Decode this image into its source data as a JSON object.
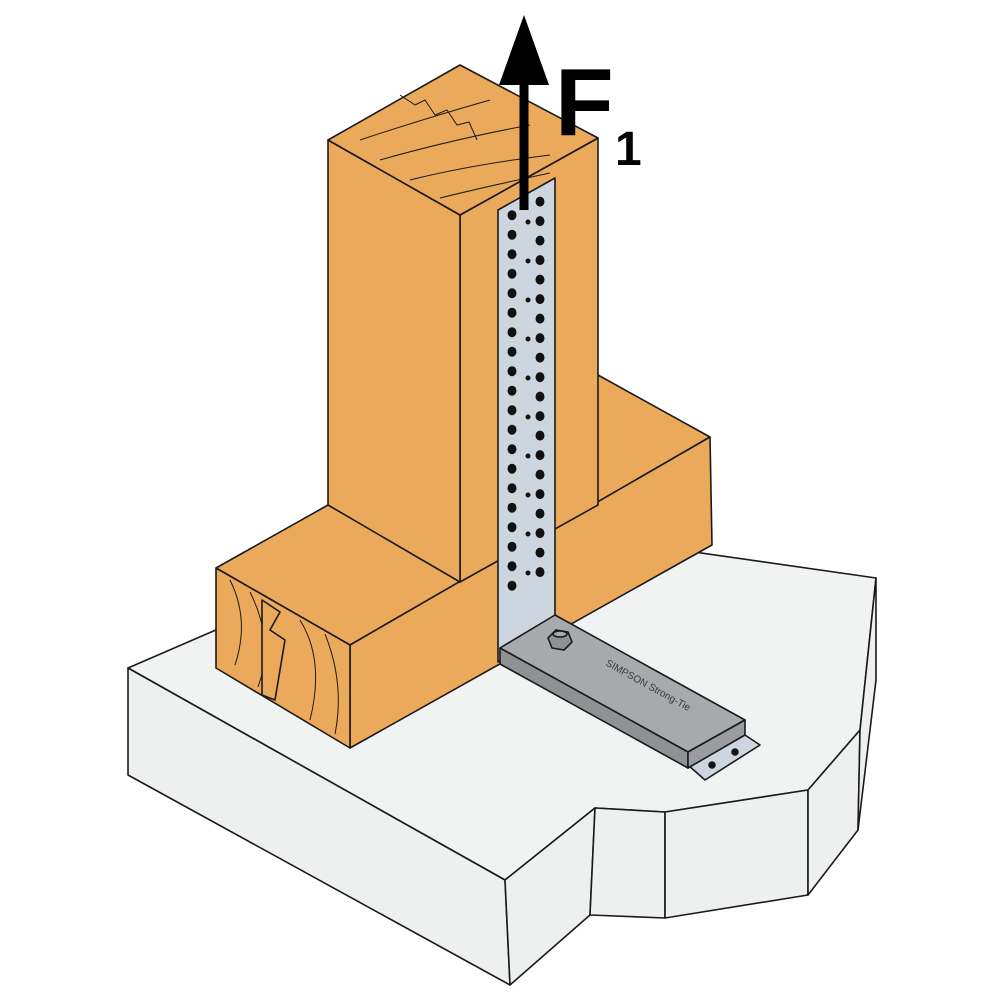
{
  "diagram": {
    "force_label": "F",
    "force_subscript": "1",
    "bracket_logo_text": "SIMPSON Strong-Tie",
    "colors": {
      "wood": "#EBA95C",
      "concrete": "#EEF0F0",
      "strap": "#CDD6DE",
      "holdown": "#A7A9AC",
      "line": "#1A1A1A"
    }
  }
}
